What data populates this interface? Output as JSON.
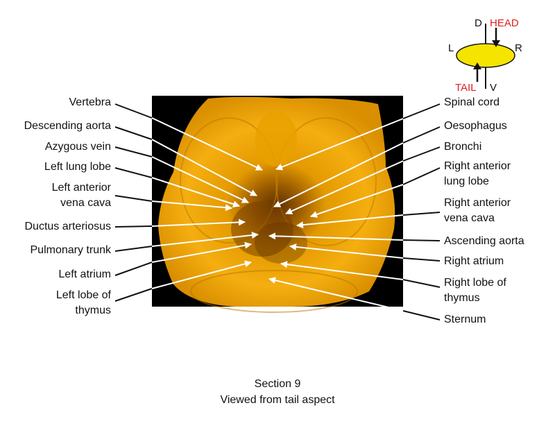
{
  "labels_left": [
    "Vertebra",
    "Descending aorta",
    "Azygous vein",
    "Left lung lobe",
    "Left anterior\nvena cava",
    "Ductus arteriosus",
    "Pulmonary trunk",
    "Left atrium",
    "Left lobe of\nthymus"
  ],
  "labels_right": [
    "Spinal cord",
    "Oesophagus",
    "Bronchi",
    "Right anterior\nlung lobe",
    "Right anterior\nvena cava",
    "Ascending aorta",
    "Right atrium",
    "Right lobe of\nthymus",
    "Sternum"
  ],
  "orientation": {
    "d": "D",
    "v": "V",
    "l": "L",
    "r": "R",
    "head": "HEAD",
    "tail": "TAIL"
  },
  "caption": {
    "line1": "Section 9",
    "line2": "Viewed from tail aspect"
  },
  "colors": {
    "specimen": "#f3a500",
    "background_photo": "#000000",
    "orientation_ellipse": "#f5e400",
    "orientation_red": "#e0201e"
  }
}
